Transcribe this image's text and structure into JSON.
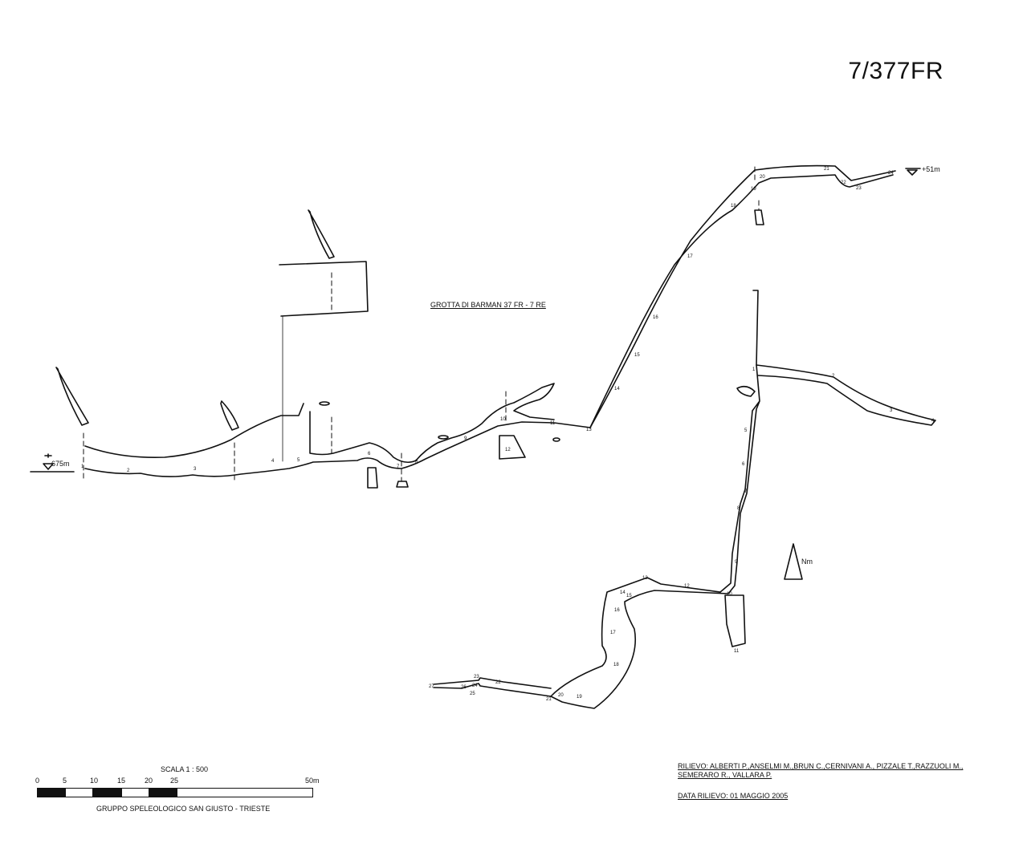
{
  "header": {
    "code": "7/377FR"
  },
  "diagram": {
    "title": "GROTTA DI BARMAN 37 FR - 7 RE",
    "altitude_entrance": "675m",
    "altitude_top": "+51m",
    "north_label": "Nm"
  },
  "scale": {
    "title": "SCALA 1 : 500",
    "ticks": [
      "0",
      "5",
      "10",
      "15",
      "20",
      "25",
      "50m"
    ],
    "group": "GRUPPO SPELEOLOGICO SAN GIUSTO - TRIESTE"
  },
  "survey": {
    "line1": "RILIEVO: ALBERTI P.,ANSELMI M.,BRUN C.,CERNIVANI A., PIZZALE T.,RAZZUOLI M.,",
    "line2": "SEMERARO R., VALLARA P.",
    "date": "DATA RILIEVO: 01 MAGGIO 2005"
  },
  "stations": [
    "1",
    "2",
    "3",
    "4",
    "5",
    "6",
    "7",
    "8",
    "9",
    "10",
    "11",
    "12",
    "13",
    "14",
    "15",
    "16",
    "17",
    "18",
    "19",
    "20",
    "21",
    "22",
    "23",
    "24",
    "25",
    "26",
    "27"
  ]
}
